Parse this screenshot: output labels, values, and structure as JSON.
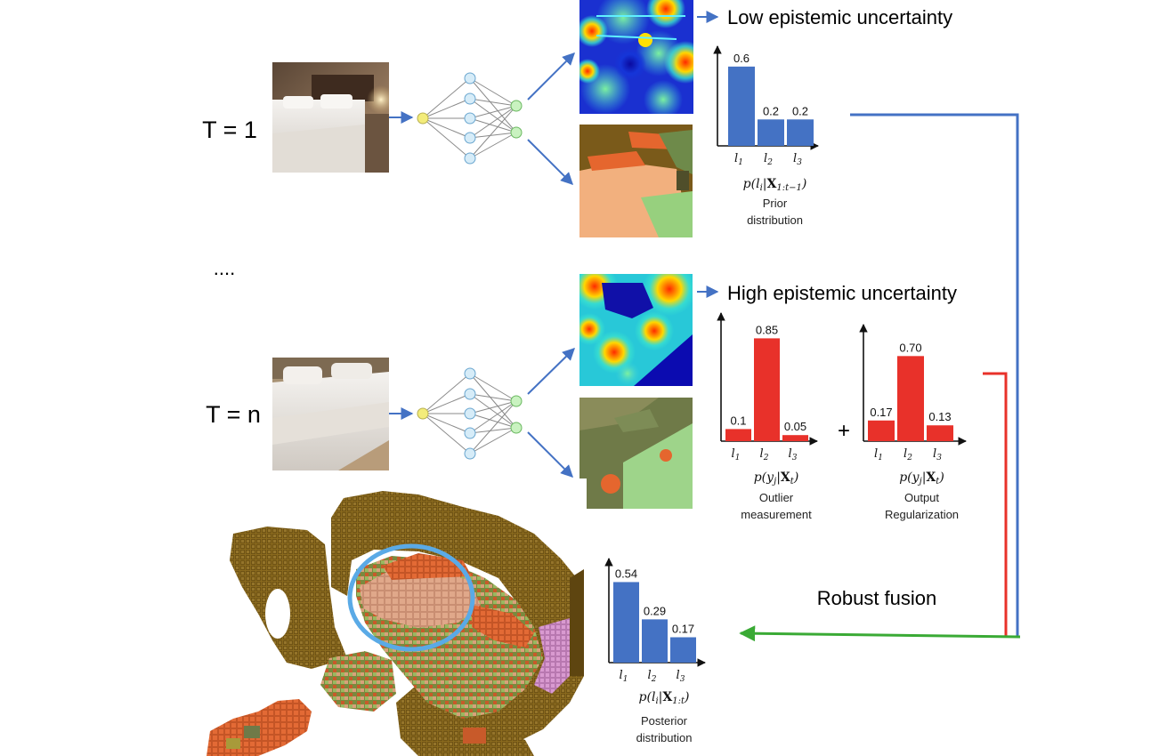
{
  "frames": {
    "first": {
      "label": "T = 1"
    },
    "ellipsis": "....",
    "last": {
      "label": "T = n"
    }
  },
  "uncertainty": {
    "low": "Low epistemic uncertainty",
    "high": "High epistemic uncertainty"
  },
  "plus_sign": "+",
  "robust_fusion": "Robust fusion",
  "colors": {
    "blue_bar": "#4472c4",
    "red_bar": "#e8312a",
    "blue_line": "#4472c4",
    "red_line": "#e8312a",
    "green_arrow": "#3aaa35",
    "highlight_ring": "#5aaae6"
  },
  "chart_data": [
    {
      "type": "bar",
      "id": "prior",
      "color": "#4472c4",
      "categories": [
        "l1",
        "l2",
        "l3"
      ],
      "values": [
        0.6,
        0.2,
        0.2
      ],
      "value_labels": [
        "0.6",
        "0.2",
        "0.2"
      ],
      "ylim": [
        0,
        0.7
      ],
      "formula": "p(l_i|X_{1:t-1})",
      "caption": [
        "Prior",
        "distribution"
      ]
    },
    {
      "type": "bar",
      "id": "outlier",
      "color": "#e8312a",
      "categories": [
        "l1",
        "l2",
        "l3"
      ],
      "values": [
        0.1,
        0.85,
        0.05
      ],
      "value_labels": [
        "0.1",
        "0.85",
        "0.05"
      ],
      "ylim": [
        0,
        1.0
      ],
      "formula": "p(y_j|X_t)",
      "caption": [
        "Outlier",
        "measurement"
      ]
    },
    {
      "type": "bar",
      "id": "regularization",
      "color": "#e8312a",
      "categories": [
        "l1",
        "l2",
        "l3"
      ],
      "values": [
        0.17,
        0.7,
        0.13
      ],
      "value_labels": [
        "0.17",
        "0.70",
        "0.13"
      ],
      "ylim": [
        0,
        0.9
      ],
      "formula": "p(y_j|X_t)",
      "caption": [
        "Output",
        "Regularization"
      ]
    },
    {
      "type": "bar",
      "id": "posterior",
      "color": "#4472c4",
      "categories": [
        "l1",
        "l2",
        "l3"
      ],
      "values": [
        0.54,
        0.29,
        0.17
      ],
      "value_labels": [
        "0.54",
        "0.29",
        "0.17"
      ],
      "ylim": [
        0,
        0.65
      ],
      "formula": "p(l_i|X_{1:t})",
      "caption": [
        "Posterior",
        "distribution"
      ]
    }
  ]
}
